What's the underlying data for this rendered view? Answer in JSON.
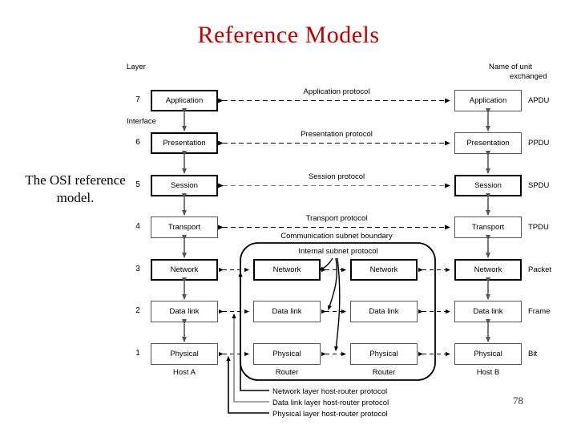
{
  "slide": {
    "title": "Reference Models",
    "caption": "The OSI reference model.",
    "page_number": "78",
    "title_color": "#C00000"
  },
  "figure": {
    "header_left": "Layer",
    "header_right_line1": "Name of unit",
    "header_right_line2": "exchanged",
    "interface_label": "Interface",
    "subnet_boundary_label": "Communication subnet boundary",
    "internal_subnet_label": "Internal subnet protocol",
    "host_a_label": "Host A",
    "host_b_label": "Host B",
    "router_1_label": "Router",
    "router_2_label": "Router",
    "layers": [
      {
        "number": "7",
        "name": "Application",
        "unit": "APDU",
        "protocol": "Application protocol"
      },
      {
        "number": "6",
        "name": "Presentation",
        "unit": "PPDU",
        "protocol": "Presentation protocol"
      },
      {
        "number": "5",
        "name": "Session",
        "unit": "SPDU",
        "protocol": "Session protocol"
      },
      {
        "number": "4",
        "name": "Transport",
        "unit": "TPDU",
        "protocol": "Transport protocol"
      },
      {
        "number": "3",
        "name": "Network",
        "unit": "Packet",
        "protocol": ""
      },
      {
        "number": "2",
        "name": "Data link",
        "unit": "Frame",
        "protocol": ""
      },
      {
        "number": "1",
        "name": "Physical",
        "unit": "Bit",
        "protocol": ""
      }
    ],
    "router_layers": [
      {
        "name": "Network"
      },
      {
        "name": "Data link"
      },
      {
        "name": "Physical"
      }
    ],
    "host_router_protocols": [
      "Network layer host-router protocol",
      "Data link layer host-router protocol",
      "Physical layer host-router protocol"
    ]
  }
}
